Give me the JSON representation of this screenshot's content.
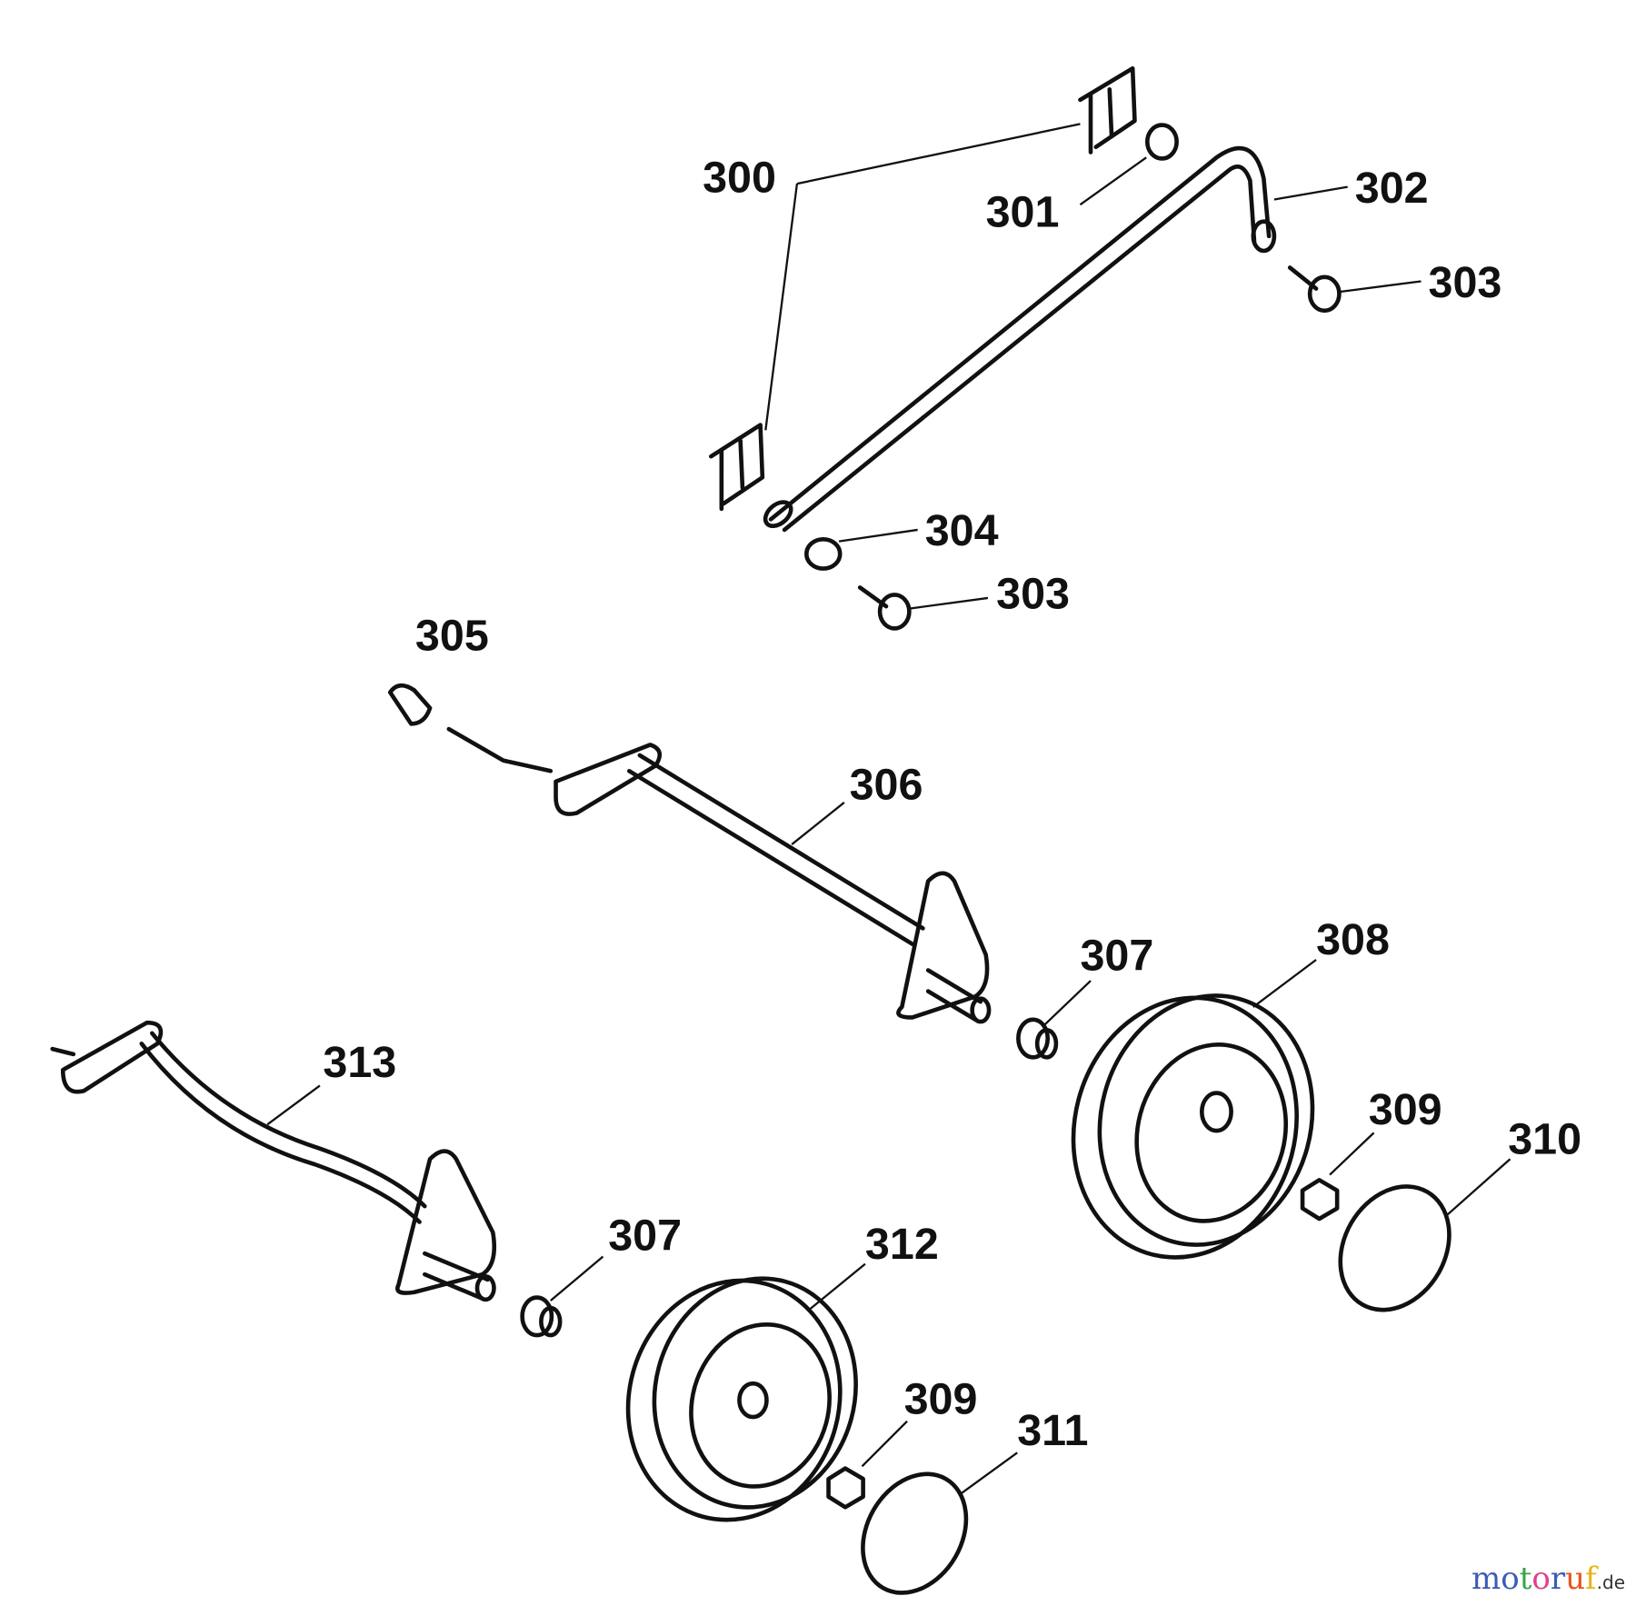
{
  "diagram": {
    "labels": [
      "300",
      "301",
      "302",
      "303",
      "303",
      "304",
      "305",
      "306",
      "307",
      "307",
      "308",
      "309",
      "309",
      "310",
      "311",
      "312",
      "313"
    ]
  },
  "watermark": {
    "text": "motoruf",
    "suffix": ".de",
    "colors": [
      "#3b5bb5",
      "#3b5bb5",
      "#3aa548",
      "#e0418d",
      "#3b5bb5",
      "#e8541c",
      "#e7b41a",
      "#e7b41a"
    ]
  }
}
